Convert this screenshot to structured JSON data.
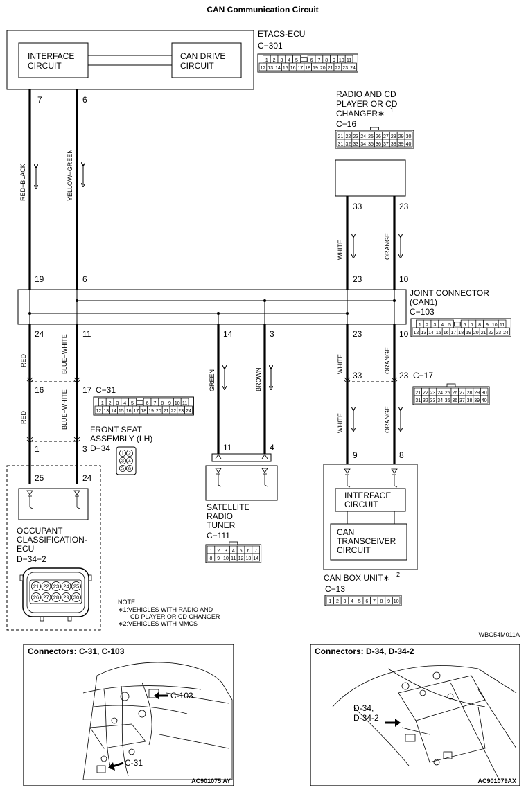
{
  "title": "CAN Communication Circuit",
  "etacs": {
    "name": "ETACS-ECU",
    "connector": "C−301",
    "interface_label_1": "INTERFACE",
    "interface_label_2": "CIRCUIT",
    "can_drive_label_1": "CAN DRIVE",
    "can_drive_label_2": "CIRCUIT",
    "pins_top": [
      "1",
      "2",
      "3",
      "4",
      "5",
      "",
      "6",
      "7",
      "8",
      "9",
      "10",
      "11"
    ],
    "pins_bottom": [
      "12",
      "13",
      "14",
      "15",
      "16",
      "17",
      "18",
      "19",
      "20",
      "21",
      "22",
      "23",
      "24"
    ]
  },
  "radio": {
    "name_1": "RADIO AND CD",
    "name_2": "PLAYER OR CD",
    "name_3": "CHANGER∗",
    "note_ref": "1",
    "connector": "C−16",
    "pins_top": [
      "21",
      "22",
      "23",
      "24",
      "25",
      "26",
      "27",
      "28",
      "29",
      "30"
    ],
    "pins_bottom": [
      "31",
      "32",
      "33",
      "34",
      "35",
      "36",
      "37",
      "38",
      "39",
      "40"
    ],
    "pin_white": "33",
    "pin_orange": "23"
  },
  "wires": {
    "red_black": "RED−BLACK",
    "yellow_green": "YELLOW−GREEN",
    "white": "WHITE",
    "orange": "ORANGE",
    "red": "RED",
    "blue_white": "BLUE−WHITE",
    "green": "GREEN",
    "brown": "BROWN"
  },
  "pins": {
    "etacs_left": "7",
    "etacs_right": "6",
    "joint_in_left": "19",
    "joint_in_right": "6",
    "joint_in_white": "23",
    "joint_in_orange": "10",
    "joint_out_left": "24",
    "joint_out_right": "11",
    "joint_out_green": "14",
    "joint_out_brown": "3",
    "joint_out_white": "23",
    "joint_out_orange": "10",
    "c31_left": "16",
    "c31_right": "17",
    "d34_left": "1",
    "d34_right": "3",
    "occ_left": "25",
    "occ_right": "24",
    "sat_left": "11",
    "sat_right": "4",
    "c17_white": "33",
    "c17_orange": "23",
    "box_white": "9",
    "box_orange": "8"
  },
  "joint": {
    "name_1": "JOINT CONNECTOR",
    "name_2": "(CAN1)",
    "connector": "C−103",
    "pins_top": [
      "1",
      "2",
      "3",
      "4",
      "5",
      "",
      "6",
      "7",
      "8",
      "9",
      "10",
      "11"
    ],
    "pins_bottom": [
      "12",
      "13",
      "14",
      "15",
      "16",
      "17",
      "18",
      "19",
      "20",
      "21",
      "22",
      "23",
      "24"
    ]
  },
  "c31": {
    "connector": "C−31",
    "pins_top": [
      "1",
      "2",
      "3",
      "4",
      "5",
      "",
      "6",
      "7",
      "8",
      "9",
      "10",
      "11"
    ],
    "pins_bottom": [
      "12",
      "13",
      "14",
      "15",
      "16",
      "17",
      "18",
      "19",
      "20",
      "21",
      "22",
      "23",
      "24"
    ]
  },
  "front_seat": {
    "name_1": "FRONT SEAT",
    "name_2": "ASSEMBLY (LH)",
    "connector": "D−34",
    "pins": [
      "1",
      "2",
      "3",
      "4",
      "5",
      "6"
    ]
  },
  "occupant": {
    "name_1": "OCCUPANT",
    "name_2": "CLASSIFICATION-",
    "name_3": "ECU",
    "connector": "D−34−2",
    "pins_top": [
      "21",
      "22",
      "23",
      "24",
      "25"
    ],
    "pins_bottom": [
      "26",
      "27",
      "28",
      "29",
      "30"
    ]
  },
  "satellite": {
    "name_1": "SATELLITE",
    "name_2": "RADIO",
    "name_3": "TUNER",
    "connector": "C−111",
    "pins_top": [
      "1",
      "2",
      "3",
      "4",
      "5",
      "6",
      "7"
    ],
    "pins_bottom": [
      "8",
      "9",
      "10",
      "11",
      "12",
      "13",
      "14"
    ]
  },
  "c17": {
    "connector": "C−17",
    "pins_top": [
      "21",
      "22",
      "23",
      "24",
      "25",
      "26",
      "27",
      "28",
      "29",
      "30"
    ],
    "pins_bottom": [
      "31",
      "32",
      "33",
      "34",
      "35",
      "36",
      "37",
      "38",
      "39",
      "40"
    ]
  },
  "can_box": {
    "interface_1": "INTERFACE",
    "interface_2": "CIRCUIT",
    "transceiver_1": "CAN",
    "transceiver_2": "TRANSCEIVER",
    "transceiver_3": "CIRCUIT",
    "name": "CAN BOX UNIT∗",
    "note_ref": "2",
    "connector": "C−13",
    "pins": [
      "1",
      "2",
      "3",
      "4",
      "5",
      "6",
      "7",
      "8",
      "9",
      "10"
    ]
  },
  "notes": {
    "heading": "NOTE",
    "n1_line1": "∗1:VEHICLES WITH RADIO AND",
    "n1_line2": "CD PLAYER OR CD CHANGER",
    "n2": "∗2:VEHICLES WITH MMCS"
  },
  "figure_code": "WBG54M011A",
  "inset_left": {
    "title": "Connectors: C-31, C-103",
    "callout_1": "C-103",
    "callout_2": "C-31",
    "code": "AC901075 AY"
  },
  "inset_right": {
    "title": "Connectors: D-34, D-34-2",
    "callout_1": "D-34,",
    "callout_2": "D-34-2",
    "code": "AC901079AX"
  }
}
